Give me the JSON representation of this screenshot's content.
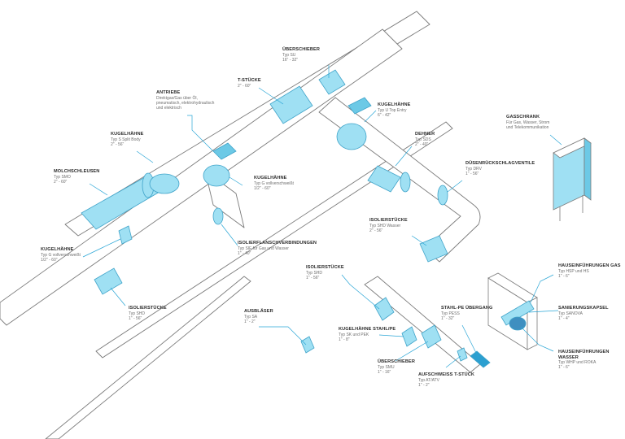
{
  "colors": {
    "accent": "#9fe0f3",
    "accent_dark": "#3fa3c9",
    "leader": "#2aa6d6",
    "line": "#7b7b7b",
    "pipe_fill": "#ffffff"
  },
  "labels": {
    "ueberschieber_su": {
      "title": "ÜBERSCHIEBER",
      "lines": [
        "Typ SU",
        "16\" - 32\""
      ]
    },
    "t_stuecke": {
      "title": "T-STÜCKE",
      "lines": [
        "2\" - 60\""
      ]
    },
    "antriebe": {
      "title": "ANTRIEBE",
      "lines": [
        "Direktgas/Gas über Öl,",
        "pneumatisch, elektrohydraulisch",
        "und elektrisch"
      ]
    },
    "kugelhaehne_u": {
      "title": "KUGELHÄHNE",
      "lines": [
        "Typ U Top Entry",
        "6\" - 42\""
      ]
    },
    "kugelhaehne_s": {
      "title": "KUGELHÄHNE",
      "lines": [
        "Typ S Split Body",
        "2\" - 56\""
      ]
    },
    "dehner": {
      "title": "DEHNER",
      "lines": [
        "Typ SDS",
        "2\" - 40\""
      ]
    },
    "gasschrank": {
      "title": "GASSCHRANK",
      "lines": [
        "Für Gas, Wasser, Strom",
        "und Telekommunikation"
      ]
    },
    "molchschleusen": {
      "title": "MOLCHSCHLEUSEN",
      "lines": [
        "Typ SMO",
        "2\" - 60\""
      ]
    },
    "kugelhaehne_g1": {
      "title": "KUGELHÄHNE",
      "lines": [
        "Typ G vollverschweißt",
        "1/2\" - 60\""
      ]
    },
    "duesen": {
      "title": "DÜSENRÜCKSCHLAGVENTILE",
      "lines": [
        "Typ DRV",
        "1\" - 56\""
      ]
    },
    "isolier_shd_wasser": {
      "title": "ISOLIERSTÜCKE",
      "lines": [
        "Typ SHD Wasser",
        "2\" - 56\""
      ]
    },
    "isolierflansch": {
      "title": "ISOLIERFLANSCHVERBINDUNGEN",
      "lines": [
        "Typ SIF für Gas und Wasser",
        "1\" - 40\""
      ]
    },
    "kugelhaehne_g2": {
      "title": "KUGELHÄHNE",
      "lines": [
        "Typ G vollverschweißt",
        "1/2\" - 60\""
      ]
    },
    "isolier_shd_1": {
      "title": "ISOLIERSTÜCKE",
      "lines": [
        "Typ SHD",
        "1\" - 56\""
      ]
    },
    "hauseinf_gas": {
      "title": "HAUSEINFÜHRUNGEN GAS",
      "lines": [
        "Typ HSP und HS",
        "1\" - 6\""
      ]
    },
    "isolier_shd_2": {
      "title": "ISOLIERSTÜCKE",
      "lines": [
        "Typ SHD",
        "1\" - 56\""
      ]
    },
    "ausblaeser": {
      "title": "AUSBLÄSER",
      "lines": [
        "Typ SA",
        "1\" - 2\""
      ]
    },
    "stahl_pe": {
      "title": "STAHL-PE ÜBERGANG",
      "lines": [
        "Typ PESS",
        "1\" - 32\""
      ]
    },
    "sanierung": {
      "title": "SANIERUNGSKAPSEL",
      "lines": [
        "Typ SANOVA",
        "1\" - 4\""
      ]
    },
    "kugel_stahlpe": {
      "title": "KUGELHÄHNE STAHL/PE",
      "lines": [
        "Typ SK und PEK",
        "1\" - 8\""
      ]
    },
    "hauseinf_wasser": {
      "title": "HAUSEINFÜHRUNGEN WASSER",
      "lines": [
        "Typ WHP und ROKA",
        "1\" - 6\""
      ]
    },
    "ueberschieber_smu": {
      "title": "ÜBERSCHIEBER",
      "lines": [
        "Typ SMU",
        "1\" - 16\""
      ]
    },
    "aufschweiss": {
      "title": "AUFSCHWEISS T-STÜCK",
      "lines": [
        "Typ AT/ATV",
        "1\" - 2\""
      ]
    }
  }
}
